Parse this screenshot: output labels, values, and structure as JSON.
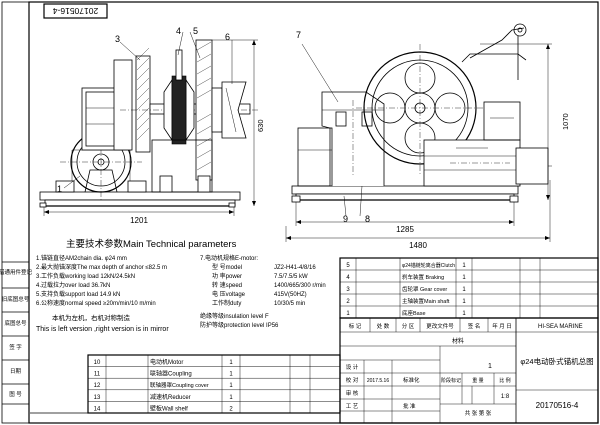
{
  "drawing_no_box": "20170516-4",
  "front_view": {
    "part_labels": [
      "1",
      "3",
      "4",
      "5",
      "6"
    ],
    "dim_width": "1201",
    "dim_height": "630"
  },
  "side_view": {
    "part_labels": [
      "7",
      "8",
      "9"
    ],
    "dim_overall": "1480",
    "dim_inner": "1285",
    "dim_height": "1070"
  },
  "params": {
    "title": "主要技术参数Main Technical parameters",
    "left_lines": [
      "1.锚链直径AM2chain dia.          φ24  mm",
      "2.最大抛锚深度The max depth of anchor  ≤82.5 m",
      "3.工作负载working load              12kN/24.5kN",
      "4.过载拉力over load                    36.7kN",
      "5.支持负载support load              14.9 kN",
      "6.公称速度normal speed              ≥20m/min/10 m/min"
    ],
    "note_cn": "本机为左机，右机对称制造",
    "note_en": "This is left version ,right version is in mirror",
    "motor_title": "7.电动机规格E-motor:",
    "motor_rows": [
      {
        "label": "型  号model",
        "value": "JZ2-H41-4/8/16"
      },
      {
        "label": "功  率power",
        "value": "7.5/7.5/5 kW"
      },
      {
        "label": "转  速speed",
        "value": "1400/665/300 r/min"
      },
      {
        "label": "电  压voltage",
        "value": "415V(50HZ)"
      },
      {
        "label": "工作制duty",
        "value": "10/30/5 min"
      }
    ],
    "insulation": "绝缘等级insulation level     F",
    "protection": "防护等级protection level    IP56"
  },
  "left_strip": [
    "借通用件登记",
    "旧底图总号",
    "底图总号",
    "签  字",
    "日期",
    "图  号"
  ],
  "bom_lower": [
    {
      "no": "10",
      "name": "电动机Motor",
      "qty": "1"
    },
    {
      "no": "11",
      "name": "联轴器Coupling",
      "qty": "1"
    },
    {
      "no": "12",
      "name": "联轴器罩Coupling cover",
      "qty": "1"
    },
    {
      "no": "13",
      "name": "减速机Reducer",
      "qty": "1"
    },
    {
      "no": "14",
      "name": "壁板Wall shelf",
      "qty": "2"
    }
  ],
  "bom_upper": [
    {
      "no": "5",
      "name": "φ24锚链轮离合器Clutch",
      "qty": "1"
    },
    {
      "no": "4",
      "name": "刹车装置 Braking",
      "qty": "1"
    },
    {
      "no": "3",
      "name": "齿轮罩 Gear cover",
      "qty": "1"
    },
    {
      "no": "2",
      "name": "主轴装置Main shaft",
      "qty": "1"
    },
    {
      "no": "1",
      "name": "底座Base",
      "qty": "1"
    }
  ],
  "title_block": {
    "header": [
      "标  记",
      "处  数",
      "分  区",
      "更改文件号",
      "签  名",
      "年 月 日"
    ],
    "designer_rows": [
      "设  计",
      "校  对",
      "审  核",
      "工  艺"
    ],
    "date_text": "2017.5.16",
    "std_label": "标准化",
    "approve_label": "批  准",
    "material_label": "材料",
    "company": "HI-SEA MARINE",
    "product_name": "φ24电动卧式锚机总图",
    "stage_label": "阶段标记",
    "weight_label": "重  量",
    "scale_label": "比  例",
    "scale_value": "1:8",
    "sheet_text": "共  张   第  张",
    "qty_value": "1",
    "drawing_no": "20170516-4"
  }
}
